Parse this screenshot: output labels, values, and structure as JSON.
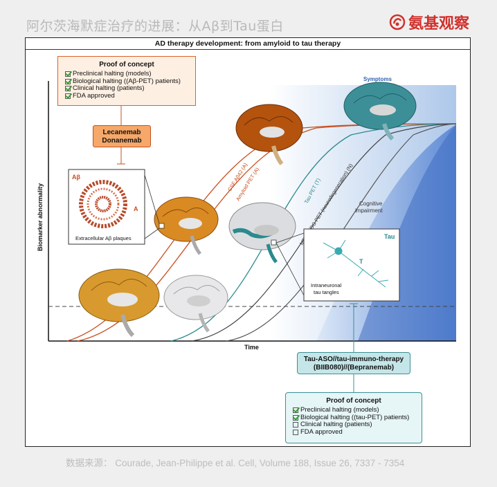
{
  "header": {
    "title": "阿尔茨海默症治疗的进展：从Aβ到Tau蛋白",
    "brand": "氨基观察"
  },
  "figure": {
    "title": "AD therapy development: from amyloid to tau therapy",
    "y_axis_label": "Biomarker abnormality",
    "x_axis_label": "Time",
    "symptoms_label": "Symptoms",
    "cognitive_label_line1": "Cognitive",
    "cognitive_label_line2": "impairment",
    "curve_labels": {
      "csf": "CSF Aβ42 (A)",
      "amyloid_pet": "Amyloid PET (A)",
      "tau_pet": "Tau PET (T)",
      "mri": "MRI + FDG PET (neurodegeneration) (N)"
    },
    "abeta_inset": {
      "tag": "Aβ",
      "letter": "A",
      "caption": "Extracellular Aβ plaques"
    },
    "tau_inset": {
      "tag": "Tau",
      "letter": "T",
      "caption_line1": "Intraneuronal",
      "caption_line2": "tau tangles"
    },
    "amyloid_drugs": {
      "line1": "Lecanemab",
      "line2": "Donanemab"
    },
    "tau_drugs": {
      "line1": "Tau-ASO//tau-immuno-therapy",
      "line2": "(BIIB080)//(Bepranemab)"
    },
    "proof_amyloid": {
      "title": "Proof of concept",
      "items": [
        {
          "label": "Preclinical halting (models)",
          "checked": true
        },
        {
          "label": "Biological halting ((Aβ-PET) patients)",
          "checked": true
        },
        {
          "label": "Clinical halting (patients)",
          "checked": true
        },
        {
          "label": "FDA approved",
          "checked": true
        }
      ]
    },
    "proof_tau": {
      "title": "Proof of concept",
      "items": [
        {
          "label": "Preclinical halting (models)",
          "checked": true
        },
        {
          "label": "Biological halting ((tau-PET) patients)",
          "checked": true
        },
        {
          "label": "Clinical halting (patients)",
          "checked": false
        },
        {
          "label": "FDA approved",
          "checked": false
        }
      ]
    }
  },
  "source": "数据来源： Courade, Jean-Philippe et al. Cell, Volume 188, Issue 26, 7337 - 7354",
  "colors": {
    "amyloid_orange": "#d8622b",
    "amyloid_fill": "#f6c99b",
    "tau_teal": "#3b8f95",
    "tau_fill": "#d7f0f1",
    "brand_red": "#d0312d"
  }
}
